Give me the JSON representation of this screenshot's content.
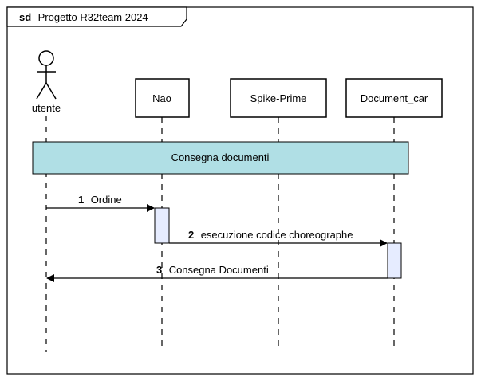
{
  "frame": {
    "keyword": "sd",
    "title": "Progetto R32team 2024"
  },
  "actor": {
    "name": "utente"
  },
  "participants": [
    {
      "name": "Nao"
    },
    {
      "name": "Spike-Prime"
    },
    {
      "name": "Document_car"
    }
  ],
  "fragment": {
    "label": "Consegna documenti"
  },
  "messages": [
    {
      "number": "1",
      "text": "Ordine"
    },
    {
      "number": "2",
      "text": "esecuzione codice choreographe"
    },
    {
      "number": "3",
      "text": "Consegna Documenti"
    }
  ],
  "colors": {
    "fragment_fill": "#b0dfe5",
    "activation_fill": "#e6ecff",
    "line": "#000000",
    "background": "#ffffff"
  }
}
